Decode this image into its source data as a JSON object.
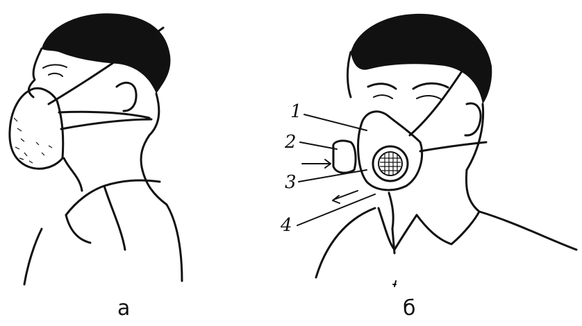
{
  "figures": [
    {
      "id": "a",
      "caption": "а"
    },
    {
      "id": "b",
      "caption": "б"
    }
  ],
  "callouts": [
    "1",
    "2",
    "3",
    "4"
  ],
  "colors": {
    "ink": "#111111",
    "background": "#ffffff"
  }
}
